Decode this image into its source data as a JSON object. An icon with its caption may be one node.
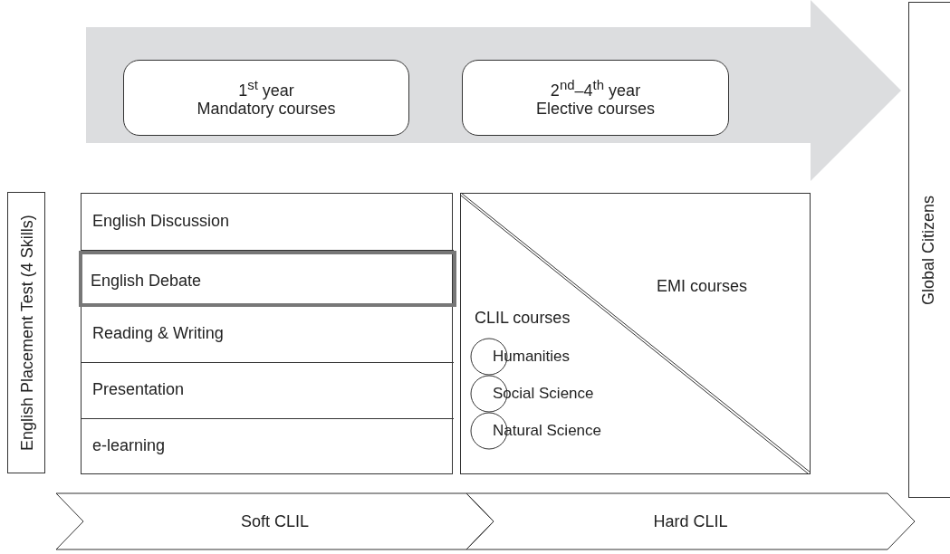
{
  "diagram": {
    "nodes": [
      {
        "text": [],
        "shape": "arrow"
      },
      {
        "text": [
          "1$^{st}$ year",
          "Mandatory courses"
        ],
        "in": 0
      },
      {
        "text": [
          "2$^{nd}$–4$^{th}$ year",
          "Elective courses"
        ],
        "in": 0
      },
      {
        "text": [
          "English Placement Test (4 Skills)"
        ]
      },
      {
        "text": [],
        "shape": "box"
      },
      {
        "text": [
          "English Discussion"
        ],
        "in": 4
      },
      {
        "text": [
          "English Debate"
        ],
        "in": 4
      },
      {
        "text": [
          "Reading & Writing"
        ],
        "in": 4
      },
      {
        "text": [
          "Presentation"
        ],
        "in": 4
      },
      {
        "text": [
          "e-learning"
        ],
        "in": 4
      },
      {
        "text": [
          "CLIL courses",
          "EMI courses"
        ]
      },
      {
        "text": [
          "Humanities"
        ],
        "in": 10
      },
      {
        "text": [
          "Social Science"
        ],
        "in": 10
      },
      {
        "text": [
          "Natural Science"
        ],
        "in": 10
      },
      {
        "text": [
          "Global Citizens"
        ]
      },
      {
        "text": [
          "Soft CLIL"
        ]
      },
      {
        "text": [
          "Hard CLIL"
        ]
      }
    ]
  }
}
